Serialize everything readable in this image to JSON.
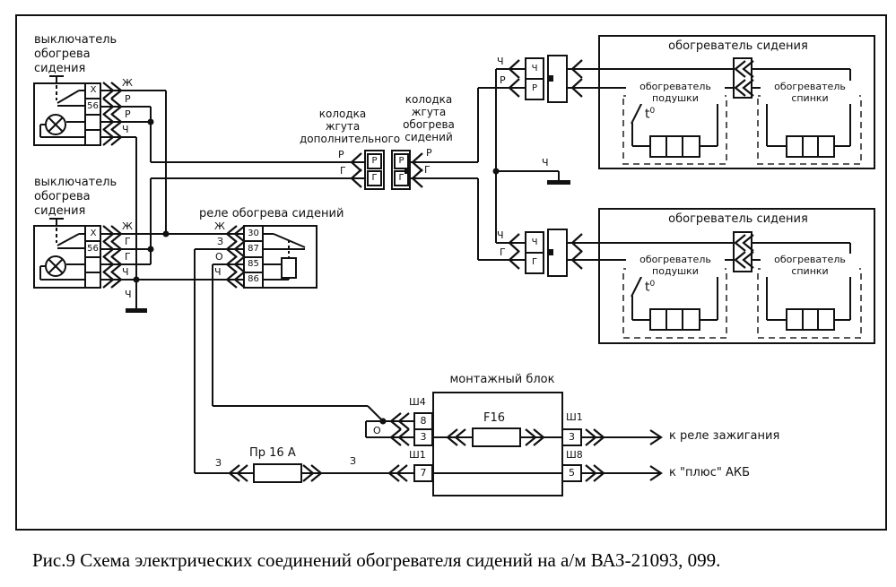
{
  "caption": "Рис.9 Схема электрических соединений обогревателя сидений на а/м ВАЗ-21093, 099.",
  "switch_top": {
    "title": [
      "выключатель",
      "обогрева",
      "сидения"
    ],
    "pin_x": "X",
    "pin_56": "56",
    "wire_labels": [
      "Ж",
      "Р",
      "Р",
      "Ч"
    ]
  },
  "switch_bottom": {
    "title": [
      "выключатель",
      "обогрева",
      "сидения"
    ],
    "pin_x": "X",
    "pin_56": "56",
    "wire_labels": [
      "Ж",
      "Г",
      "Г",
      "Ч"
    ]
  },
  "relay": {
    "title": "реле обогрева сидений",
    "pins": [
      "30",
      "87",
      "85",
      "86"
    ],
    "wire_labels": [
      "Ж",
      "З",
      "О",
      "Ч"
    ]
  },
  "harness_connector_aux": {
    "title": [
      "колодка",
      "жгута",
      "дополнительного"
    ],
    "pins": [
      "Р",
      "Г"
    ],
    "wire_labels": [
      "Р",
      "Г"
    ]
  },
  "harness_connector_seats": {
    "title": [
      "колодка",
      "жгута",
      "обогрева",
      "сидений"
    ],
    "pins": [
      "Р",
      "Г"
    ],
    "wire_labels": [
      "Р",
      "Г"
    ]
  },
  "pair_top": {
    "pins": [
      "Ч",
      "Р"
    ],
    "wire_labels": [
      "Ч",
      "Р"
    ]
  },
  "pair_bottom": {
    "pins": [
      "Ч",
      "Г"
    ],
    "wire_labels": [
      "Ч",
      "Г"
    ]
  },
  "grounds": {
    "left_label": "Ч",
    "right_label": "Ч"
  },
  "heater_top": {
    "title": "обогреватель сидения",
    "cushion": [
      "обогреватель",
      "подушки"
    ],
    "back": [
      "обогреватель",
      "спинки"
    ],
    "thermal": "t",
    "thermal_sup": "0"
  },
  "heater_bottom": {
    "title": "обогреватель сидения",
    "cushion": [
      "обогреватель",
      "подушки"
    ],
    "back": [
      "обогреватель",
      "спинки"
    ],
    "thermal": "t",
    "thermal_sup": "0"
  },
  "inline_fuse": {
    "label": "Пр 16 А",
    "wire_left": "З",
    "wire_right": "З"
  },
  "mounting_block": {
    "title": "монтажный блок",
    "fuse": "F16",
    "sh4": "Ш4",
    "sh1_left": "Ш1",
    "sh1_right": "Ш1",
    "sh8": "Ш8",
    "pin_8": "8",
    "pin_3_left": "3",
    "pin_7": "7",
    "pin_3_right": "3",
    "pin_5": "5",
    "wire_o": "О"
  },
  "outputs": {
    "to_ignition_relay": "к реле зажигания",
    "to_battery": "к \"плюс\" АКБ"
  },
  "colors": {
    "line": "#111111",
    "background": "#ffffff"
  }
}
